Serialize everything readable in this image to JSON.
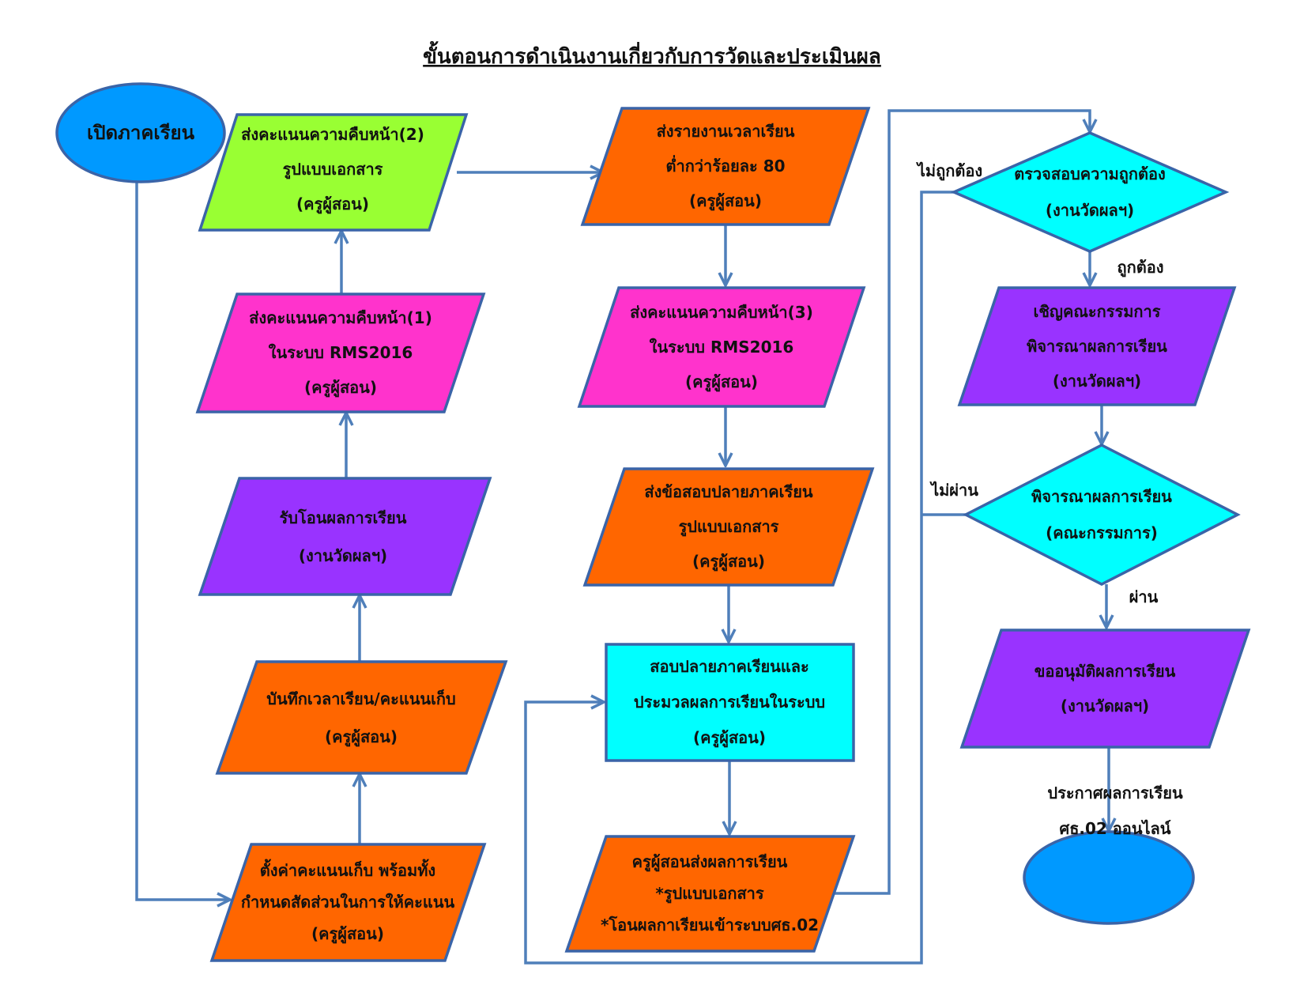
{
  "title": "ขั้นตอนการดำเนินงานเกี่ยวกับการวัดและประเมินผล",
  "colors": {
    "green": "#99ff33",
    "magenta": "#ff33cc",
    "orange": "#ff6600",
    "purple": "#9933ff",
    "cyan": "#00ffff",
    "blue": "#0099ff",
    "line": "#4f7fba",
    "border": "#3a64a8"
  },
  "nodes": [
    {
      "id": "open-term",
      "shape": "ellipse",
      "color": "blue",
      "lines": [
        "เปิดภาคเรียน"
      ]
    },
    {
      "id": "set-scores",
      "shape": "parallelogram",
      "color": "orange",
      "lines": [
        "ตั้งค่าคะแนนเก็บ พร้อมทั้ง",
        "กำหนดสัดส่วนในการให้คะแนน",
        "(ครูผู้สอน)"
      ]
    },
    {
      "id": "record-time",
      "shape": "parallelogram",
      "color": "orange",
      "lines": [
        "บันทึกเวลาเรียน/คะแนนเก็บ",
        "(ครูผู้สอน)"
      ]
    },
    {
      "id": "receive-transfer",
      "shape": "parallelogram",
      "color": "purple",
      "lines": [
        "รับโอนผลการเรียน",
        "(งานวัดผลฯ)"
      ]
    },
    {
      "id": "progress-1",
      "shape": "parallelogram",
      "color": "magenta",
      "lines": [
        "ส่งคะแนนความคืบหน้า(1)",
        "ในระบบ RMS2016",
        "(ครูผู้สอน)"
      ]
    },
    {
      "id": "progress-2",
      "shape": "parallelogram",
      "color": "green",
      "lines": [
        "ส่งคะแนนความคืบหน้า(2)",
        "รูปแบบเอกสาร",
        "(ครูผู้สอน)"
      ]
    },
    {
      "id": "attendance-report",
      "shape": "parallelogram",
      "color": "orange",
      "lines": [
        "ส่งรายงานเวลาเรียน",
        "ต่ำกว่าร้อยละ 80",
        "(ครูผู้สอน)"
      ]
    },
    {
      "id": "progress-3",
      "shape": "parallelogram",
      "color": "magenta",
      "lines": [
        "ส่งคะแนนความคืบหน้า(3)",
        "ในระบบ RMS2016",
        "(ครูผู้สอน)"
      ]
    },
    {
      "id": "final-exam",
      "shape": "parallelogram",
      "color": "orange",
      "lines": [
        "ส่งข้อสอบปลายภาคเรียน",
        "รูปแบบเอกสาร",
        "(ครูผู้สอน)"
      ]
    },
    {
      "id": "exam-process",
      "shape": "rect",
      "color": "cyan",
      "lines": [
        "สอบปลายภาคเรียนและ",
        "ประมวลผลการเรียนในระบบ",
        "(ครูผู้สอน)"
      ]
    },
    {
      "id": "submit-results",
      "shape": "parallelogram",
      "color": "orange",
      "lines": [
        "ครูผู้สอนส่งผลการเรียน",
        "*รูปแบบเอกสาร",
        "*โอนผลกาเรียนเข้าระบบศธ.02"
      ]
    },
    {
      "id": "verify",
      "shape": "diamond",
      "color": "cyan",
      "lines": [
        "ตรวจสอบความถูกต้อง",
        "(งานวัดผลฯ)"
      ]
    },
    {
      "id": "invite-committee",
      "shape": "parallelogram",
      "color": "purple",
      "lines": [
        "เชิญคณะกรรมการ",
        "พิจารณาผลการเรียน",
        "(งานวัดผลฯ)"
      ]
    },
    {
      "id": "consider",
      "shape": "diamond",
      "color": "cyan",
      "lines": [
        "พิจารณาผลการเรียน",
        "(คณะกรรมการ)"
      ]
    },
    {
      "id": "approve",
      "shape": "parallelogram",
      "color": "purple",
      "lines": [
        "ขออนุมัติผลการเรียน",
        "(งานวัดผลฯ)"
      ]
    },
    {
      "id": "end",
      "shape": "ellipse",
      "color": "blue",
      "lines": []
    }
  ],
  "labels": {
    "incorrect": "ไม่ถูกต้อง",
    "correct": "ถูกต้อง",
    "fail": "ไม่ผ่าน",
    "pass": "ผ่าน",
    "announce_line1": "ประกาศผลการเรียน",
    "announce_line2": "ศธ.02 ออนไลน์"
  }
}
